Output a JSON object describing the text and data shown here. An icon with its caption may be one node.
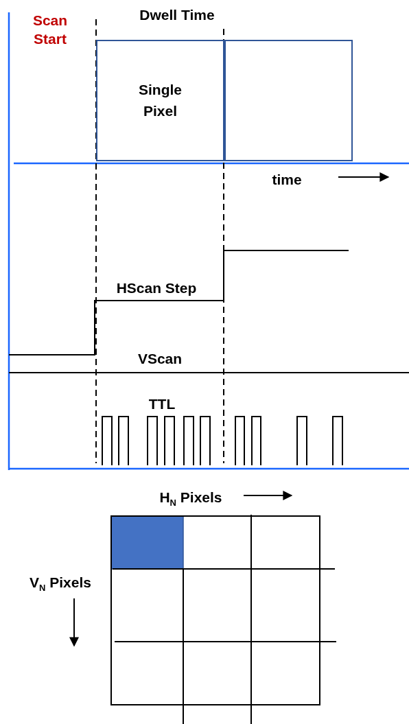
{
  "diagram": {
    "nodes": [
      {
        "text": [
          "Single Pixel"
        ]
      },
      {
        "text": [],
        "shape": "box"
      }
    ],
    "edges": [],
    "labels": [
      "Scan Start",
      "Dwell Time",
      "time",
      "HScan Step",
      "VScan",
      "TTL",
      "H$_{N}$ Pixels",
      "V$_{N}$ Pixels"
    ]
  }
}
